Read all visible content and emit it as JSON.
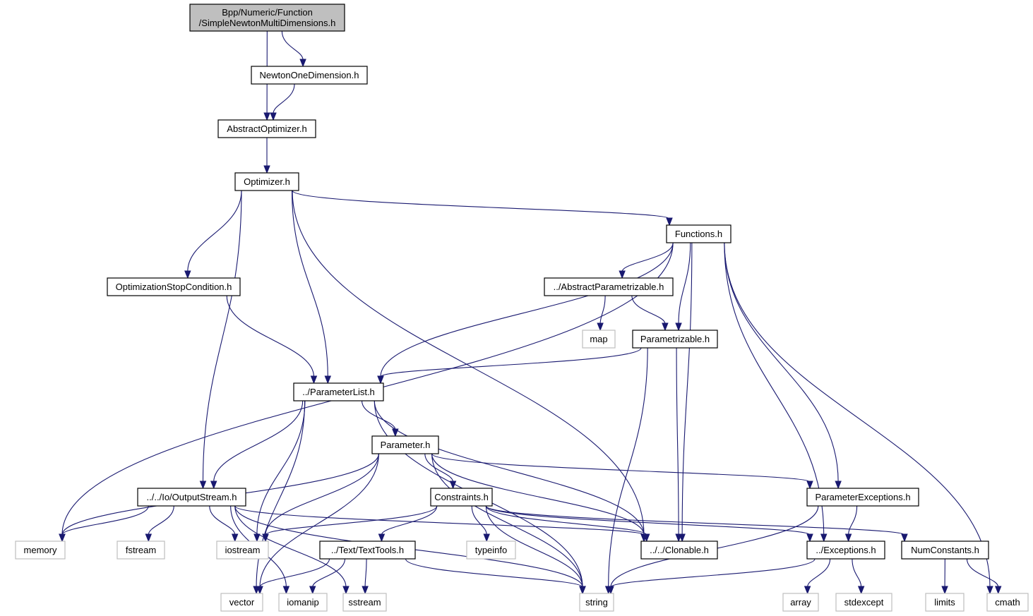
{
  "title": "Include dependency graph for SimpleNewtonMultiDimensions.h",
  "nodes": [
    {
      "id": "root",
      "label_lines": [
        "Bpp/Numeric/Function",
        "/SimpleNewtonMultiDimensions.h"
      ],
      "kind": "root"
    },
    {
      "id": "newton1d",
      "label_lines": [
        "NewtonOneDimension.h"
      ],
      "kind": "header"
    },
    {
      "id": "absopt",
      "label_lines": [
        "AbstractOptimizer.h"
      ],
      "kind": "header"
    },
    {
      "id": "optimizer",
      "label_lines": [
        "Optimizer.h"
      ],
      "kind": "header"
    },
    {
      "id": "functions",
      "label_lines": [
        "Functions.h"
      ],
      "kind": "header"
    },
    {
      "id": "optstop",
      "label_lines": [
        "OptimizationStopCondition.h"
      ],
      "kind": "header"
    },
    {
      "id": "absparam",
      "label_lines": [
        "../AbstractParametrizable.h"
      ],
      "kind": "header"
    },
    {
      "id": "map",
      "label_lines": [
        "map"
      ],
      "kind": "system"
    },
    {
      "id": "parametrizable",
      "label_lines": [
        "Parametrizable.h"
      ],
      "kind": "header"
    },
    {
      "id": "paramlist",
      "label_lines": [
        "../ParameterList.h"
      ],
      "kind": "header"
    },
    {
      "id": "parameter",
      "label_lines": [
        "Parameter.h"
      ],
      "kind": "header"
    },
    {
      "id": "outputstream",
      "label_lines": [
        "../../Io/OutputStream.h"
      ],
      "kind": "header"
    },
    {
      "id": "constraints",
      "label_lines": [
        "Constraints.h"
      ],
      "kind": "header"
    },
    {
      "id": "paramexc",
      "label_lines": [
        "ParameterExceptions.h"
      ],
      "kind": "header"
    },
    {
      "id": "memory",
      "label_lines": [
        "memory"
      ],
      "kind": "system"
    },
    {
      "id": "fstream",
      "label_lines": [
        "fstream"
      ],
      "kind": "system"
    },
    {
      "id": "iostream",
      "label_lines": [
        "iostream"
      ],
      "kind": "system"
    },
    {
      "id": "texttools",
      "label_lines": [
        "../Text/TextTools.h"
      ],
      "kind": "header"
    },
    {
      "id": "typeinfo",
      "label_lines": [
        "typeinfo"
      ],
      "kind": "system"
    },
    {
      "id": "clonable",
      "label_lines": [
        "../../Clonable.h"
      ],
      "kind": "header"
    },
    {
      "id": "exceptions",
      "label_lines": [
        "../Exceptions.h"
      ],
      "kind": "header"
    },
    {
      "id": "numconst",
      "label_lines": [
        "NumConstants.h"
      ],
      "kind": "header"
    },
    {
      "id": "vector",
      "label_lines": [
        "vector"
      ],
      "kind": "system"
    },
    {
      "id": "iomanip",
      "label_lines": [
        "iomanip"
      ],
      "kind": "system"
    },
    {
      "id": "sstream",
      "label_lines": [
        "sstream"
      ],
      "kind": "system"
    },
    {
      "id": "string",
      "label_lines": [
        "string"
      ],
      "kind": "system"
    },
    {
      "id": "array",
      "label_lines": [
        "array"
      ],
      "kind": "system"
    },
    {
      "id": "stdexcept",
      "label_lines": [
        "stdexcept"
      ],
      "kind": "system"
    },
    {
      "id": "limits",
      "label_lines": [
        "limits"
      ],
      "kind": "system"
    },
    {
      "id": "cmath",
      "label_lines": [
        "cmath"
      ],
      "kind": "system"
    }
  ],
  "edges": [
    [
      "root",
      "newton1d"
    ],
    [
      "root",
      "absopt"
    ],
    [
      "newton1d",
      "absopt"
    ],
    [
      "absopt",
      "optimizer"
    ],
    [
      "optimizer",
      "functions"
    ],
    [
      "optimizer",
      "optstop"
    ],
    [
      "optimizer",
      "paramlist"
    ],
    [
      "optimizer",
      "outputstream"
    ],
    [
      "optimizer",
      "clonable"
    ],
    [
      "functions",
      "absparam"
    ],
    [
      "functions",
      "parametrizable"
    ],
    [
      "functions",
      "paramlist"
    ],
    [
      "functions",
      "memory"
    ],
    [
      "functions",
      "clonable"
    ],
    [
      "functions",
      "paramexc"
    ],
    [
      "functions",
      "exceptions"
    ],
    [
      "functions",
      "cmath"
    ],
    [
      "optstop",
      "paramlist"
    ],
    [
      "absparam",
      "map"
    ],
    [
      "absparam",
      "parametrizable"
    ],
    [
      "parametrizable",
      "paramlist"
    ],
    [
      "parametrizable",
      "clonable"
    ],
    [
      "parametrizable",
      "string"
    ],
    [
      "paramlist",
      "parameter"
    ],
    [
      "paramlist",
      "outputstream"
    ],
    [
      "paramlist",
      "iostream"
    ],
    [
      "paramlist",
      "vector"
    ],
    [
      "paramlist",
      "string"
    ],
    [
      "paramlist",
      "clonable"
    ],
    [
      "parameter",
      "constraints"
    ],
    [
      "parameter",
      "paramexc"
    ],
    [
      "parameter",
      "memory"
    ],
    [
      "parameter",
      "iostream"
    ],
    [
      "parameter",
      "vector"
    ],
    [
      "parameter",
      "string"
    ],
    [
      "parameter",
      "clonable"
    ],
    [
      "outputstream",
      "memory"
    ],
    [
      "outputstream",
      "fstream"
    ],
    [
      "outputstream",
      "iostream"
    ],
    [
      "outputstream",
      "iomanip"
    ],
    [
      "outputstream",
      "sstream"
    ],
    [
      "outputstream",
      "string"
    ],
    [
      "outputstream",
      "clonable"
    ],
    [
      "constraints",
      "texttools"
    ],
    [
      "constraints",
      "typeinfo"
    ],
    [
      "constraints",
      "iostream"
    ],
    [
      "constraints",
      "string"
    ],
    [
      "constraints",
      "clonable"
    ],
    [
      "constraints",
      "exceptions"
    ],
    [
      "constraints",
      "numconst"
    ],
    [
      "paramexc",
      "exceptions"
    ],
    [
      "paramexc",
      "string"
    ],
    [
      "texttools",
      "vector"
    ],
    [
      "texttools",
      "iomanip"
    ],
    [
      "texttools",
      "sstream"
    ],
    [
      "texttools",
      "string"
    ],
    [
      "exceptions",
      "array"
    ],
    [
      "exceptions",
      "stdexcept"
    ],
    [
      "exceptions",
      "string"
    ],
    [
      "numconst",
      "limits"
    ],
    [
      "numconst",
      "cmath"
    ]
  ]
}
